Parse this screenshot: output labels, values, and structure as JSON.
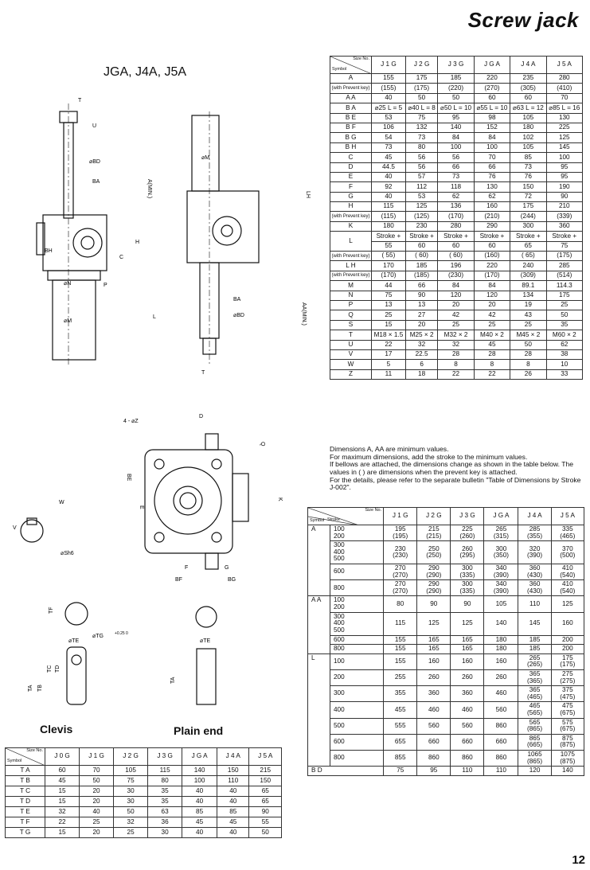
{
  "page": {
    "title": "Screw jack",
    "models": "JGA,  J4A,  J5A",
    "page_number": "12"
  },
  "labels": {
    "clevis": "Clevis",
    "plain_end": "Plain end"
  },
  "table1": {
    "size_no": "Size No.",
    "symbol": "Symbol",
    "columns": [
      "J 1 G",
      "J 2 G",
      "J 3 G",
      "J G A",
      "J 4 A",
      "J 5 A"
    ],
    "rows": [
      {
        "sym": "A",
        "vals": [
          "155",
          "175",
          "185",
          "220",
          "235",
          "280"
        ]
      },
      {
        "sym": "(with Prevent key)",
        "vals": [
          "(155)",
          "(175)",
          "(220)",
          "(270)",
          "(305)",
          "(410)"
        ]
      },
      {
        "sym": "A A",
        "vals": [
          "40",
          "50",
          "50",
          "60",
          "60",
          "70"
        ]
      },
      {
        "sym": "B A",
        "vals": [
          "⌀25 L = 5",
          "⌀40 L = 8",
          "⌀50 L = 10",
          "⌀55 L = 10",
          "⌀63 L = 12",
          "⌀85 L = 16"
        ]
      },
      {
        "sym": "B E",
        "vals": [
          "53",
          "75",
          "95",
          "98",
          "105",
          "130"
        ]
      },
      {
        "sym": "B F",
        "vals": [
          "106",
          "132",
          "140",
          "152",
          "180",
          "225"
        ]
      },
      {
        "sym": "B G",
        "vals": [
          "54",
          "73",
          "84",
          "84",
          "102",
          "125"
        ]
      },
      {
        "sym": "B H",
        "vals": [
          "73",
          "80",
          "100",
          "100",
          "105",
          "145"
        ]
      },
      {
        "sym": "C",
        "vals": [
          "45",
          "56",
          "56",
          "70",
          "85",
          "100"
        ]
      },
      {
        "sym": "D",
        "vals": [
          "44.5",
          "56",
          "66",
          "66",
          "73",
          "95"
        ]
      },
      {
        "sym": "E",
        "vals": [
          "40",
          "57",
          "73",
          "76",
          "76",
          "95"
        ]
      },
      {
        "sym": "F",
        "vals": [
          "92",
          "112",
          "118",
          "130",
          "150",
          "190"
        ]
      },
      {
        "sym": "G",
        "vals": [
          "40",
          "53",
          "62",
          "62",
          "72",
          "90"
        ]
      },
      {
        "sym": "H",
        "vals": [
          "115",
          "125",
          "136",
          "160",
          "175",
          "210"
        ]
      },
      {
        "sym": "(with Prevent key)",
        "vals": [
          "(115)",
          "(125)",
          "(170)",
          "(210)",
          "(244)",
          "(339)"
        ]
      },
      {
        "sym": "K",
        "vals": [
          "180",
          "230",
          "280",
          "290",
          "300",
          "360"
        ]
      }
    ],
    "L_stroke": [
      "Stroke +",
      "Stroke +",
      "Stroke +",
      "Stroke +",
      "Stroke +",
      "Stroke +"
    ],
    "L_vals": [
      "55",
      "60",
      "60",
      "60",
      "65",
      "75"
    ],
    "rows2": [
      {
        "sym": "(with Prevent key)",
        "vals": [
          "( 55)",
          "( 60)",
          "( 60)",
          "(160)",
          "( 65)",
          "(175)"
        ]
      },
      {
        "sym": "L H",
        "vals": [
          "170",
          "185",
          "196",
          "220",
          "240",
          "285"
        ]
      },
      {
        "sym": "(with Prevent key)",
        "vals": [
          "(170)",
          "(185)",
          "(230)",
          "(170)",
          "(309)",
          "(514)"
        ]
      },
      {
        "sym": "M",
        "vals": [
          "44",
          "66",
          "84",
          "84",
          "89.1",
          "114.3"
        ]
      },
      {
        "sym": "N",
        "vals": [
          "75",
          "90",
          "120",
          "120",
          "134",
          "175"
        ]
      },
      {
        "sym": "P",
        "vals": [
          "13",
          "13",
          "20",
          "20",
          "19",
          "25"
        ]
      },
      {
        "sym": "Q",
        "vals": [
          "25",
          "27",
          "42",
          "42",
          "43",
          "50"
        ]
      },
      {
        "sym": "S",
        "vals": [
          "15",
          "20",
          "25",
          "25",
          "25",
          "35"
        ]
      },
      {
        "sym": "T",
        "vals": [
          "M18 × 1.5",
          "M25 × 2",
          "M32 × 2",
          "M40 × 2",
          "M45 × 2",
          "M60 × 2"
        ]
      },
      {
        "sym": "U",
        "vals": [
          "22",
          "32",
          "32",
          "45",
          "50",
          "62"
        ]
      },
      {
        "sym": "V",
        "vals": [
          "17",
          "22.5",
          "28",
          "28",
          "28",
          "38"
        ]
      },
      {
        "sym": "W",
        "vals": [
          "5",
          "6",
          "8",
          "8",
          "8",
          "10"
        ]
      },
      {
        "sym": "Z",
        "vals": [
          "11",
          "18",
          "22",
          "22",
          "26",
          "33"
        ]
      }
    ]
  },
  "notes": [
    "Dimensions A, AA are minimum values.",
    "For maximum dimensions, add the stroke to the minimum values.",
    "If bellows are attached, the dimensions change as shown in the table below. The values in (    ) are dimensions when the prevent key is attached.",
    "For the details, please refer to the separate bulletin \"Table of Dimensions by Stroke J-002\"."
  ],
  "table2": {
    "size_no": "Size No.",
    "symbol": "Symbol",
    "stroke": "Stroke",
    "columns": [
      "J 1 G",
      "J 2 G",
      "J 3 G",
      "J G A",
      "J 4 A",
      "J 5 A"
    ],
    "groups": [
      {
        "sym": "A",
        "rows": [
          {
            "stroke": "100\n200",
            "vals": [
              "195\n(195)",
              "215\n(215)",
              "225\n(260)",
              "265\n(315)",
              "285\n(355)",
              "335\n(465)"
            ]
          },
          {
            "stroke": "300\n400\n500",
            "vals": [
              "230\n(230)",
              "250\n(250)",
              "260\n(295)",
              "300\n(350)",
              "320\n(390)",
              "370\n(500)"
            ]
          },
          {
            "stroke": "600",
            "vals": [
              "270\n(270)",
              "290\n(290)",
              "300\n(335)",
              "340\n(390)",
              "360\n(430)",
              "410\n(540)"
            ]
          },
          {
            "stroke": "800",
            "vals": [
              "270\n(270)",
              "290\n(290)",
              "300\n(335)",
              "340\n(390)",
              "360\n(430)",
              "410\n(540)"
            ]
          }
        ]
      },
      {
        "sym": "A A",
        "rows": [
          {
            "stroke": "100\n200",
            "vals": [
              "80",
              "90",
              "90",
              "105",
              "110",
              "125"
            ]
          },
          {
            "stroke": "300\n400\n500",
            "vals": [
              "115",
              "125",
              "125",
              "140",
              "145",
              "160"
            ]
          },
          {
            "stroke": "600",
            "vals": [
              "155",
              "165",
              "165",
              "180",
              "185",
              "200"
            ]
          },
          {
            "stroke": "800",
            "vals": [
              "155",
              "165",
              "165",
              "180",
              "185",
              "200"
            ]
          }
        ]
      },
      {
        "sym": "L",
        "rows": [
          {
            "stroke": "100",
            "vals": [
              "155",
              "160",
              "160",
              "160",
              "265\n(265)",
              "175\n(175)"
            ]
          },
          {
            "stroke": "200",
            "vals": [
              "255",
              "260",
              "260",
              "260",
              "365\n(365)",
              "275\n(275)"
            ]
          },
          {
            "stroke": "300",
            "vals": [
              "355",
              "360",
              "360",
              "460",
              "365\n(465)",
              "375\n(475)"
            ]
          },
          {
            "stroke": "400",
            "vals": [
              "455",
              "460",
              "460",
              "560",
              "465\n(565)",
              "475\n(675)"
            ]
          },
          {
            "stroke": "500",
            "vals": [
              "555",
              "560",
              "560",
              "860",
              "565\n(865)",
              "575\n(675)"
            ]
          },
          {
            "stroke": "600",
            "vals": [
              "655",
              "660",
              "660",
              "660",
              "865\n(665)",
              "875\n(875)"
            ]
          },
          {
            "stroke": "800",
            "vals": [
              "855",
              "860",
              "860",
              "860",
              "1065\n(865)",
              "1075\n(875)"
            ]
          }
        ]
      }
    ],
    "bd": {
      "sym": "B D",
      "vals": [
        "75",
        "95",
        "110",
        "110",
        "120",
        "140"
      ]
    }
  },
  "table3": {
    "size_no": "Size No.",
    "symbol": "Symbol",
    "columns": [
      "J 0 G",
      "J 1 G",
      "J 2 G",
      "J 3 G",
      "J G A",
      "J 4 A",
      "J 5 A"
    ],
    "rows": [
      {
        "sym": "T A",
        "vals": [
          "60",
          "70",
          "105",
          "115",
          "140",
          "150",
          "215"
        ]
      },
      {
        "sym": "T B",
        "vals": [
          "45",
          "50",
          "75",
          "80",
          "100",
          "110",
          "150"
        ]
      },
      {
        "sym": "T C",
        "vals": [
          "15",
          "20",
          "30",
          "35",
          "40",
          "40",
          "65"
        ]
      },
      {
        "sym": "T D",
        "vals": [
          "15",
          "20",
          "30",
          "35",
          "40",
          "40",
          "65"
        ]
      },
      {
        "sym": "T E",
        "vals": [
          "32",
          "40",
          "50",
          "63",
          "85",
          "85",
          "90"
        ]
      },
      {
        "sym": "T F",
        "vals": [
          "22",
          "25",
          "32",
          "36",
          "45",
          "45",
          "55"
        ]
      },
      {
        "sym": "T G",
        "vals": [
          "15",
          "20",
          "25",
          "30",
          "40",
          "40",
          "50"
        ]
      }
    ]
  },
  "drawing_labels": {
    "t": "T",
    "u": "U",
    "bd": "⌀BD",
    "ba": "BA",
    "a_min": "A(MIN.)",
    "h": "H",
    "c": "C",
    "p": "P",
    "n": "⌀N",
    "m": "⌀M",
    "l": "L",
    "bh": "BH",
    "lh": "LH",
    "aa_min": "AA(MIN.)",
    "z": "4 - ⌀Z",
    "d": "D",
    "q": "Q",
    "be": "BE",
    "e": "E",
    "k": "K",
    "f": "F",
    "g": "G",
    "bf": "BF",
    "bg": "BG",
    "w": "W",
    "v": "V",
    "s": "⌀Sh6",
    "tf": "TF",
    "te": "⌀TE",
    "tg": "⌀TG",
    "tg_tol": "+0.25 0",
    "ta": "TA",
    "tb": "TB",
    "tc": "TC",
    "td": "TD"
  }
}
